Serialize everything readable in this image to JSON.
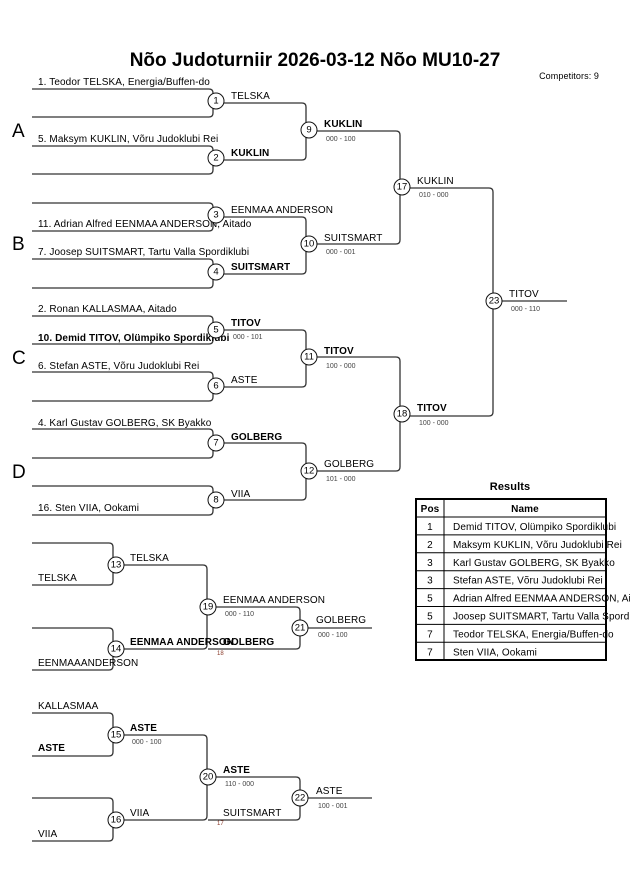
{
  "title": "Nõo Judoturniir  2026-03-12  Nõo   MU10-27",
  "competitors": "Competitors: 9",
  "groups": [
    "A",
    "B",
    "C",
    "D"
  ],
  "entries": [
    "1. Teodor TELSKA, Energia/Buffen-do",
    "5. Maksym KUKLIN, Võru Judoklubi Rei",
    "11. Adrian Alfred EENMAA ANDERSON, Aitado",
    "7. Joosep SUITSMART, Tartu Valla Spordiklubi",
    "2. Ronan KALLASMAA, Aitado",
    "10. Demid TITOV, Olümpiko Spordiklubi",
    "6. Stefan ASTE, Võru Judoklubi Rei",
    "4. Karl Gustav  GOLBERG, SK Byakko",
    "16. Sten VIIA, Ookami"
  ],
  "matches": {
    "m1": {
      "no": "1",
      "winner": "TELSKA"
    },
    "m2": {
      "no": "2",
      "winner": "KUKLIN"
    },
    "m3": {
      "no": "3",
      "winner": "EENMAA ANDERSON"
    },
    "m4": {
      "no": "4",
      "winner": "SUITSMART"
    },
    "m5": {
      "no": "5",
      "winner": "TITOV",
      "score": "000 - 101"
    },
    "m6": {
      "no": "6",
      "winner": "ASTE"
    },
    "m7": {
      "no": "7",
      "winner": "GOLBERG"
    },
    "m8": {
      "no": "8",
      "winner": "VIIA"
    },
    "m9": {
      "no": "9",
      "winner": "KUKLIN",
      "score": "000 - 100"
    },
    "m10": {
      "no": "10",
      "winner": "SUITSMART",
      "score": "000 - 001"
    },
    "m11": {
      "no": "11",
      "winner": "TITOV",
      "score": "100 - 000"
    },
    "m12": {
      "no": "12",
      "winner": "GOLBERG",
      "score": "101 - 000"
    },
    "m17": {
      "no": "17",
      "winner": "KUKLIN",
      "score": "010 - 000"
    },
    "m18": {
      "no": "18",
      "winner": "TITOV",
      "score": "100 - 000"
    },
    "m23": {
      "no": "23",
      "winner": "TITOV",
      "score": "000 - 110"
    },
    "m13": {
      "no": "13",
      "top": "",
      "bottom": "TELSKA",
      "winner": "TELSKA"
    },
    "m14": {
      "no": "14",
      "top": "",
      "bottom": "EENMAAANDERSON",
      "winner": "EENMAA ANDERSON"
    },
    "m19": {
      "no": "19",
      "winner": "EENMAA ANDERSON",
      "score": "000 - 110",
      "from": "GOLBERG",
      "from_match": "18"
    },
    "m21": {
      "no": "21",
      "winner": "GOLBERG",
      "score": "000 - 100"
    },
    "m15": {
      "no": "15",
      "top": "KALLASMAA",
      "bottom": "ASTE",
      "winner": "ASTE",
      "score": "000 - 100"
    },
    "m16": {
      "no": "16",
      "top": "",
      "bottom": "VIIA",
      "winner": "VIIA"
    },
    "m20": {
      "no": "20",
      "winner": "ASTE",
      "score": "110 - 000",
      "from": "SUITSMART",
      "from_match": "17"
    },
    "m22": {
      "no": "22",
      "winner": "ASTE",
      "score": "100 - 001"
    }
  },
  "results": {
    "title": "Results",
    "headers": [
      "Pos",
      "Name"
    ],
    "rows": [
      {
        "pos": "1",
        "name": "Demid TITOV, Olümpiko Spordiklubi"
      },
      {
        "pos": "2",
        "name": "Maksym KUKLIN, Võru Judoklubi Rei"
      },
      {
        "pos": "3",
        "name": "Karl Gustav  GOLBERG, SK Byakko"
      },
      {
        "pos": "3",
        "name": "Stefan ASTE, Võru Judoklubi Rei"
      },
      {
        "pos": "5",
        "name": "Adrian Alfred EENMAA ANDERSON, Aitado"
      },
      {
        "pos": "5",
        "name": "Joosep SUITSMART, Tartu Valla Spordiklubi"
      },
      {
        "pos": "7",
        "name": "Teodor TELSKA, Energia/Buffen-do"
      },
      {
        "pos": "7",
        "name": "Sten VIIA, Ookami"
      }
    ]
  }
}
